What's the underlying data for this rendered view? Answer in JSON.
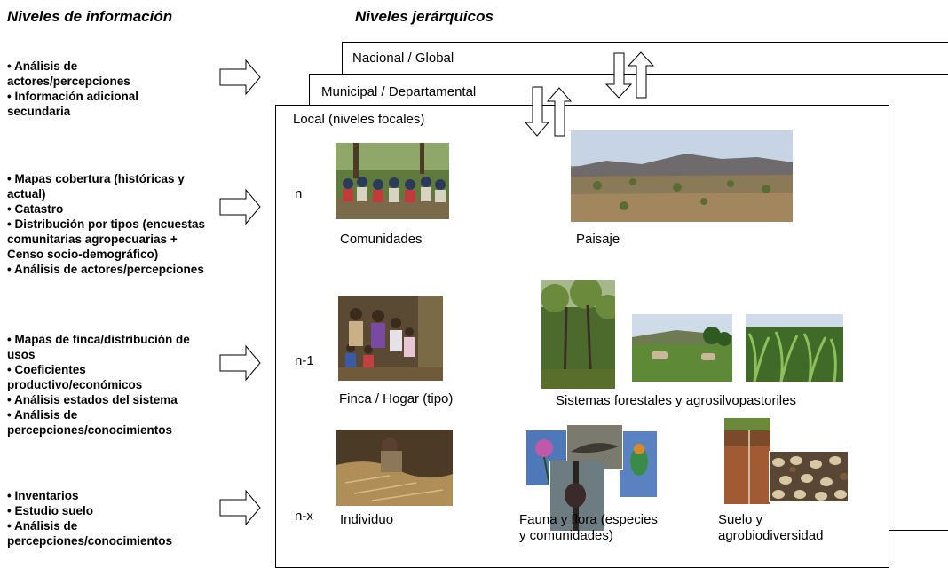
{
  "headings": {
    "info_levels": "Niveles de información",
    "hier_levels": "Niveles jerárquicos"
  },
  "info_blocks": [
    "• Análisis de\nactores/percepciones\n• Información adicional\nsecundaria",
    "• Mapas cobertura (históricas y\nactual)\n• Catastro\n• Distribución por tipos (encuestas\ncomunitarias agropecuarias +\nCenso socio-demográfico)\n• Análisis de actores/percepciones",
    "• Mapas de finca/distribución de\nusos\n• Coeficientes\nproductivo/económicos\n• Análisis estados del sistema\n• Análisis de\npercepciones/conocimientos",
    "• Inventarios\n• Estudio suelo\n• Análisis de\npercepciones/conocimientos"
  ],
  "frames": {
    "national": "Nacional / Global",
    "municipal": "Municipal / Departamental",
    "local": "Local (niveles focales)"
  },
  "levels": [
    "n",
    "n-1",
    "n-x"
  ],
  "captions": {
    "comunidades": "Comunidades",
    "paisaje": "Paisaje",
    "finca": "Finca / Hogar (tipo)",
    "sistemas": "Sistemas forestales y agrosilvopastoriles",
    "individuo": "Individuo",
    "fauna": "Fauna y flora (especies\ny comunidades)",
    "suelo": "Suelo y\nagrobiodiversidad"
  }
}
